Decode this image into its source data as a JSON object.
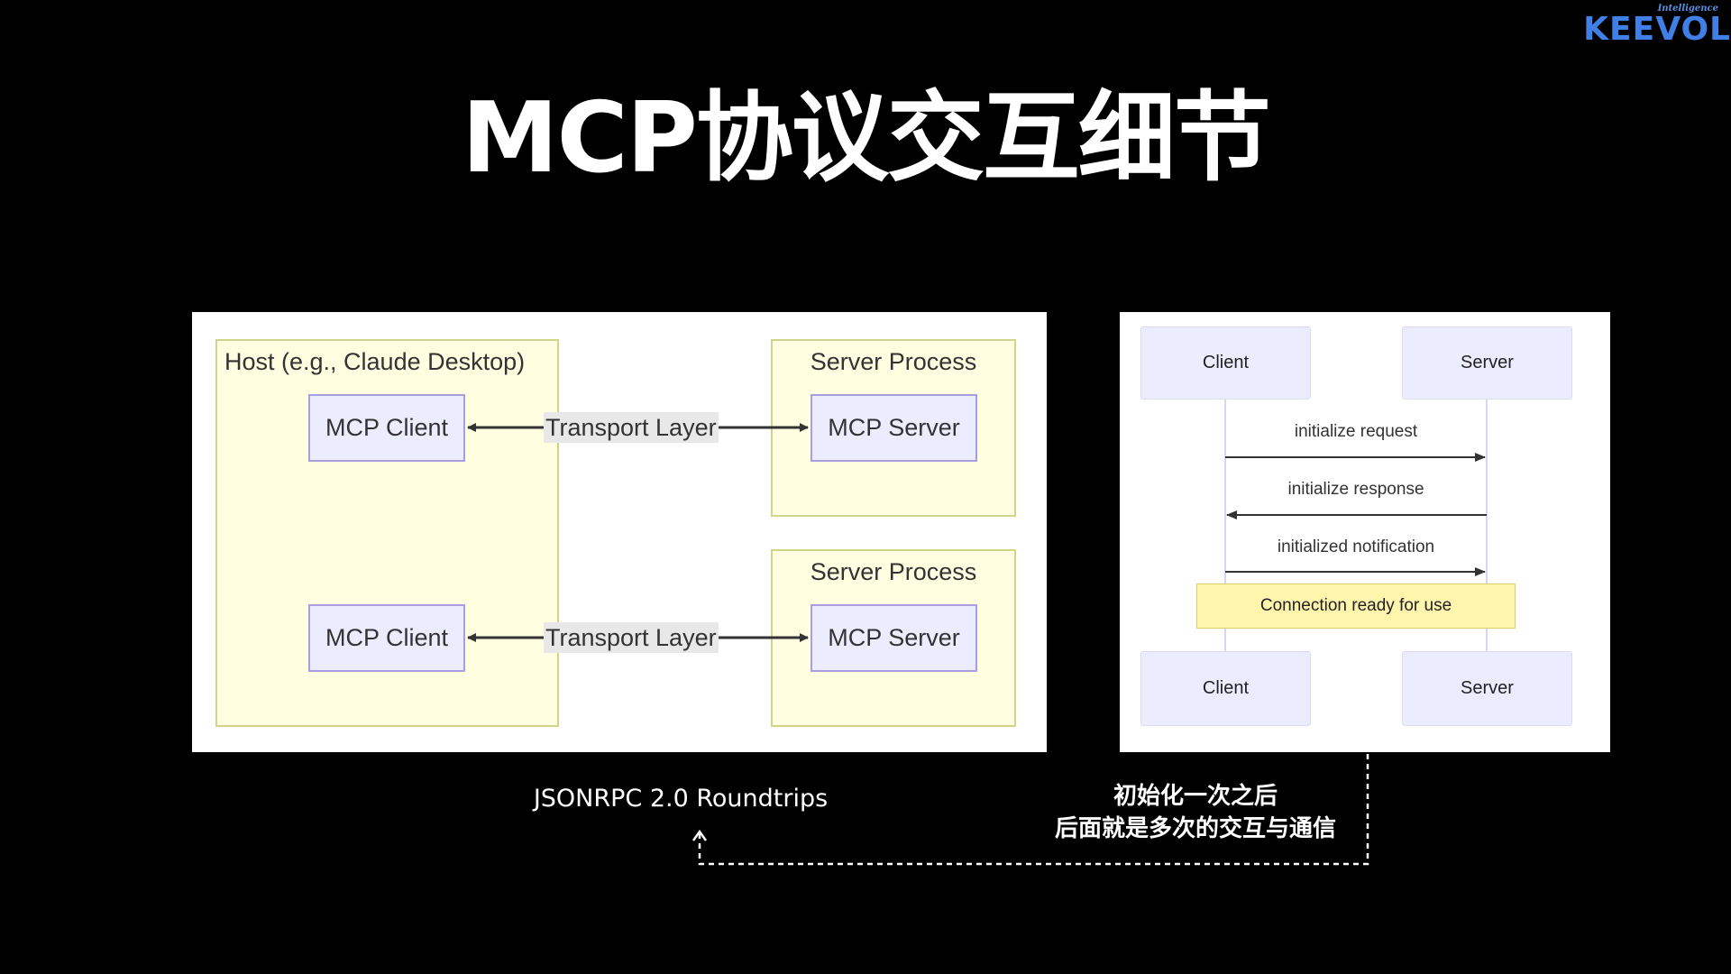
{
  "brand": {
    "tagline": "Intelligence",
    "name": "KEEVOL",
    "color": "#3f7fe6"
  },
  "title": "MCP协议交互细节",
  "architecture_diagram": {
    "host_label": "Host (e.g., Claude Desktop)",
    "server_process_label": "Server Process",
    "rows": [
      {
        "client": "MCP Client",
        "transport": "Transport Layer",
        "server": "MCP Server"
      },
      {
        "client": "MCP Client",
        "transport": "Transport Layer",
        "server": "MCP Server"
      }
    ],
    "colors": {
      "group_fill": "#fffee0",
      "group_border": "#cfd68a",
      "node_fill": "#ececff",
      "node_border": "#a99ee0"
    }
  },
  "sequence_diagram": {
    "participants": [
      "Client",
      "Server"
    ],
    "messages": [
      {
        "label": "initialize request",
        "from": "Client",
        "to": "Server"
      },
      {
        "label": "initialize response",
        "from": "Server",
        "to": "Client"
      },
      {
        "label": "initialized notification",
        "from": "Client",
        "to": "Server"
      }
    ],
    "note": "Connection ready for use"
  },
  "annotations": {
    "roundtrips": "JSONRPC 2.0 Roundtrips",
    "after_init_line1": "初始化一次之后",
    "after_init_line2": "后面就是多次的交互与通信"
  }
}
